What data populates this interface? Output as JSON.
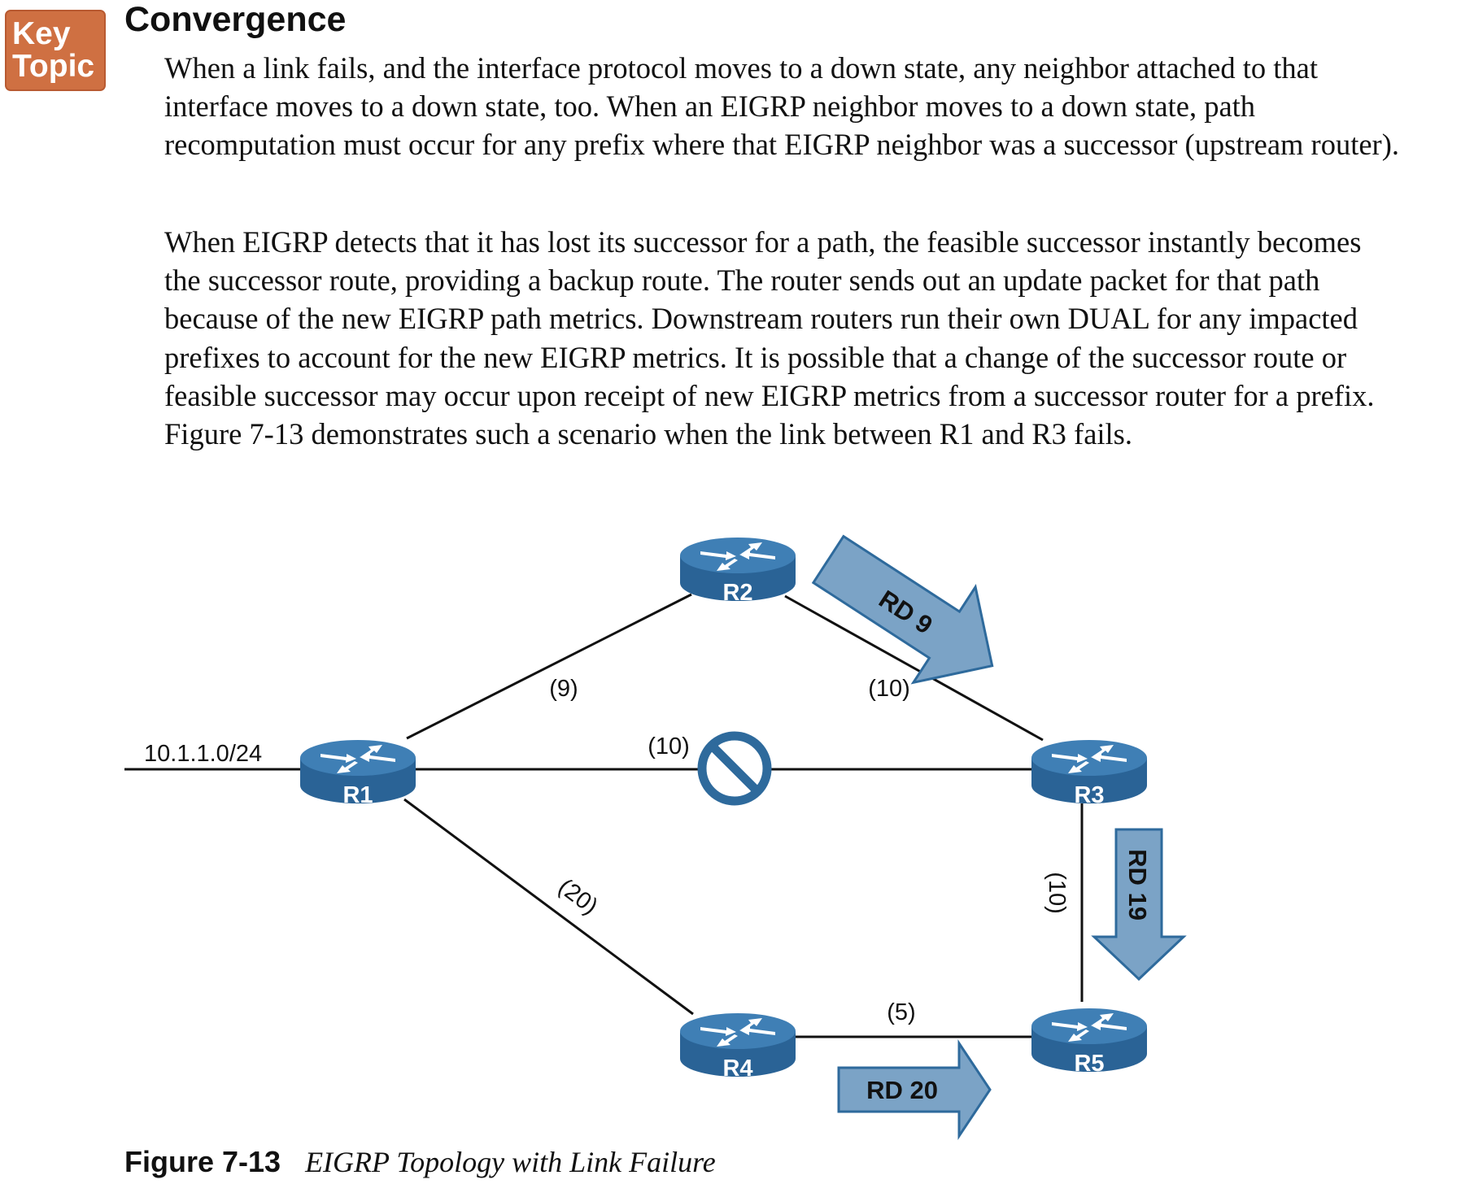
{
  "key_topic": {
    "line1": "Key",
    "line2": "Topic"
  },
  "section_title": "Convergence",
  "paragraphs": [
    "When a link fails, and the interface protocol moves to a down state, any neighbor attached to that interface moves to a down state, too. When an EIGRP neighbor moves to a down state, path recomputation must occur for any prefix where that EIGRP neighbor was a successor (upstream router).",
    "When EIGRP detects that it has lost its successor for a path, the feasible successor instantly becomes the successor route, providing a backup route. The router sends out an update packet for that path because of the new EIGRP path metrics. Downstream routers run their own DUAL for any impacted prefixes to account for the new EIGRP metrics. It is possible that a change of the successor route or feasible successor may occur upon receipt of new EIGRP metrics from a successor router for a prefix. Figure 7-13 demonstrates such a scenario when the link between R1 and R3 fails."
  ],
  "figure": {
    "routers": {
      "r1": "R1",
      "r2": "R2",
      "r3": "R3",
      "r4": "R4",
      "r5": "R5"
    },
    "network_label": "10.1.1.0/24",
    "link_metrics": {
      "r1_r2": "(9)",
      "r2_r3": "(10)",
      "r1_r3": "(10)",
      "r1_r4": "(20)",
      "r3_r5": "(10)",
      "r4_r5": "(5)"
    },
    "arrows": {
      "r2_r3": "RD 9",
      "r3_r5": "RD 19",
      "r4_r5": "RD 20"
    },
    "colors": {
      "router": "#2e6a9c",
      "arrow": "#7ba3c6",
      "failure": "#2e6a9c"
    }
  },
  "caption": {
    "number": "Figure 7-13",
    "title": "EIGRP Topology with Link Failure"
  }
}
